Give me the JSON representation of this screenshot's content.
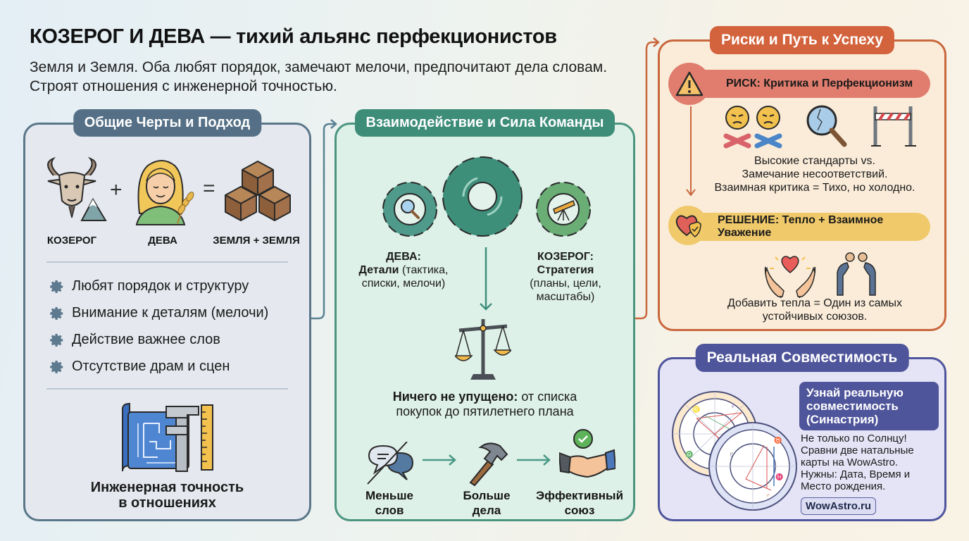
{
  "header": {
    "title": "КОЗЕРОГ И ДЕВА — тихий альянс перфекционистов",
    "subtitle": "Земля и Земля. Оба любят порядок, замечают мелочи, предпочитают дела словам. Строят отношения с инженерной точностью."
  },
  "traits_panel": {
    "heading": "Общие Черты и Подход",
    "equation": {
      "left_label": "КОЗЕРОГ",
      "left_icon": "goat-icon",
      "plus": "+",
      "middle_label": "ДЕВА",
      "middle_icon": "maiden-icon",
      "equals": "=",
      "right_label": "ЗЕМЛЯ + ЗЕМЛЯ",
      "right_icon": "earth-blocks-icon"
    },
    "traits": [
      {
        "icon": "gear-icon",
        "text": "Любят порядок и структуру"
      },
      {
        "icon": "gear-icon",
        "text": "Внимание к деталям (мелочи)"
      },
      {
        "icon": "gear-icon",
        "text": "Действие важнее слов"
      },
      {
        "icon": "gear-icon",
        "text": "Отсутствие драм и сцен"
      }
    ],
    "footer_line1": "Инженерная точность",
    "footer_line2": "в отношениях"
  },
  "team_panel": {
    "heading": "Взаимодействие и Сила Команды",
    "virgo": {
      "title": "ДЕВА:",
      "bold": "Детали",
      "rest1": " (тактика,",
      "rest2": "списки, мелочи)"
    },
    "capricorn": {
      "title": "КОЗЕРОГ:",
      "bold": "Стратегия",
      "rest1": "(планы, цели,",
      "rest2": "масштабы)"
    },
    "balance_bold": "Ничего не упущено:",
    "balance_rest1": " от списка",
    "balance_rest2": "покупок до пятилетнего плана",
    "flow": [
      {
        "icon": "no-chat-icon",
        "line1": "Меньше",
        "line2": "слов"
      },
      {
        "icon": "hammer-icon",
        "line1": "Больше",
        "line2": "дела"
      },
      {
        "icon": "handshake-icon",
        "line1": "Эффективный",
        "line2": "союз"
      }
    ]
  },
  "risk_panel": {
    "heading": "Риски и Путь к Успеху",
    "risk_label": "РИСК: Критика и Перфекционизм",
    "risk_text": [
      "Высокие стандарты vs.",
      "Замечание несоответствий.",
      "Взаимная критика = Тихо, но холодно."
    ],
    "solution_label": "РЕШЕНИЕ: Тепло + Взаимное Уважение",
    "solution_text": [
      "Добавить тепла = Один из самых",
      "устойчивых союзов."
    ]
  },
  "compat_panel": {
    "heading": "Реальная Совместимость",
    "cta_title": [
      "Узнай реальную",
      "совместимость",
      "(Синастрия)"
    ],
    "body": [
      "Не только по Солнцу!",
      "Сравни две натальные",
      "карты на WowAstro.",
      "Нужны: Дата, Время и",
      "Место рождения."
    ],
    "link": "WowAstro.ru"
  },
  "colors": {
    "slate": "#557086",
    "teal": "#3d8d78",
    "orange": "#d3633c",
    "indigo": "#4f559a",
    "risk_pill": "#e07d6e",
    "solution_pill": "#f0c96a"
  }
}
